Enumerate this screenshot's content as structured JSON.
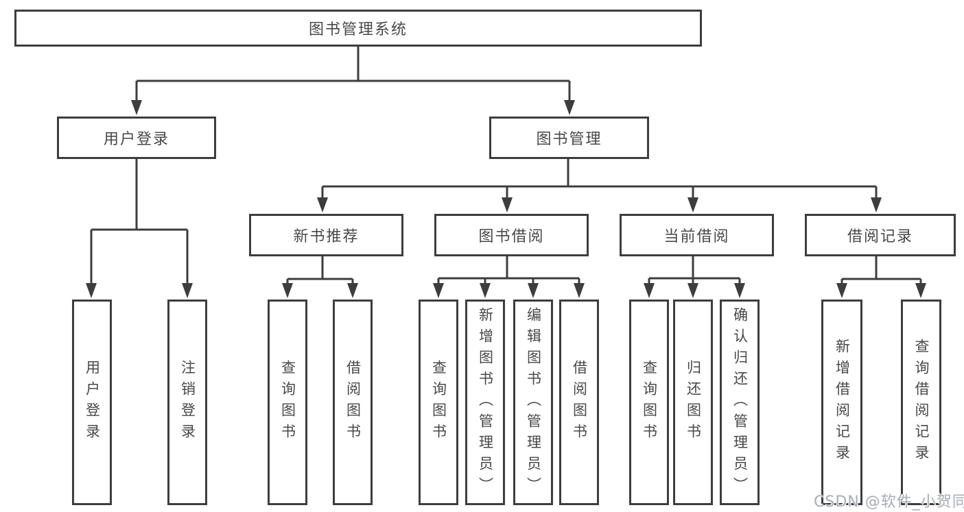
{
  "diagram": {
    "root": "图书管理系统",
    "branches": {
      "user_login": "用户登录",
      "book_mgmt": "图书管理"
    },
    "modules": {
      "new_books": "新书推荐",
      "borrow": "图书借阅",
      "current": "当前借阅",
      "records": "借阅记录"
    },
    "leaves": {
      "login": "用户登录",
      "logout": "注销登录",
      "nb_query": "查询图书",
      "nb_borrow": "借阅图书",
      "bw_query": "查询图书",
      "bw_add": "新增图书（管理员）",
      "bw_edit": "编辑图书（管理员）",
      "bw_borrow": "借阅图书",
      "cur_query": "查询图书",
      "cur_return": "归还图书",
      "cur_confirm": "确认归还（管理员）",
      "rec_add": "新增借阅记录",
      "rec_query": "查询借阅记录"
    }
  },
  "watermark": "CSDN @软件_小贺同学",
  "colors": {
    "line": "#3d3d3d",
    "text": "#484848",
    "watermark": "#a9afb8"
  }
}
